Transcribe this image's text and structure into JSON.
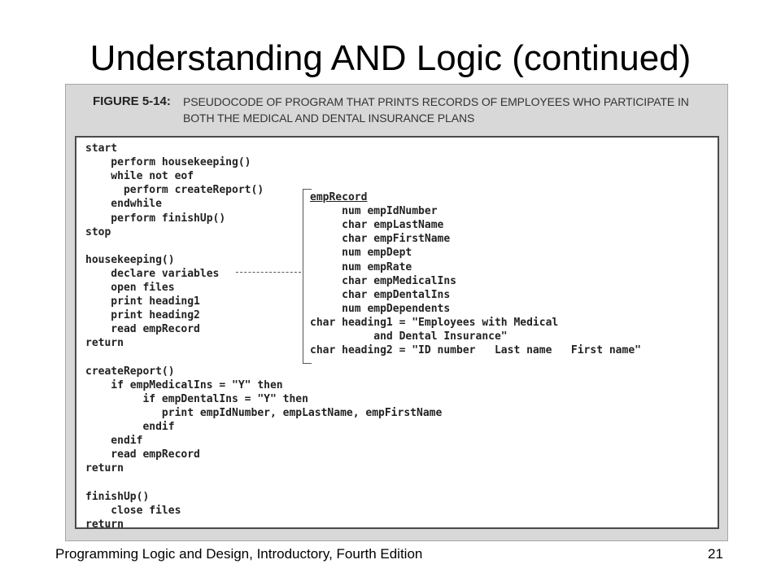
{
  "slide": {
    "title": "Understanding AND Logic (continued)",
    "footer_text": "Programming Logic and Design, Introductory, Fourth Edition",
    "page_number": "21"
  },
  "figure": {
    "label": "FIGURE 5-14:",
    "caption": "PSEUDOCODE OF PROGRAM THAT PRINTS RECORDS OF EMPLOYEES WHO PARTICIPATE IN BOTH THE MEDICAL AND DENTAL INSURANCE PLANS"
  },
  "code_left": [
    "start",
    "    perform housekeeping()",
    "    while not eof",
    "      perform createReport()",
    "    endwhile",
    "    perform finishUp()",
    "stop",
    "",
    "housekeeping()",
    "    declare variables",
    "    open files",
    "    print heading1",
    "    print heading2",
    "    read empRecord",
    "return",
    "",
    "createReport()",
    "    if empMedicalIns = \"Y\" then",
    "         if empDentalIns = \"Y\" then",
    "            print empIdNumber, empLastName, empFirstName",
    "         endif",
    "    endif",
    "    read empRecord",
    "return",
    "",
    "finishUp()",
    "    close files",
    "return"
  ],
  "code_right": [
    "empRecord",
    "     num empIdNumber",
    "     char empLastName",
    "     char empFirstName",
    "     num empDept",
    "     num empRate",
    "     char empMedicalIns",
    "     char empDentalIns",
    "     num empDependents",
    "char heading1 = \"Employees with Medical",
    "          and Dental Insurance\"",
    "char heading2 = \"ID number   Last name   First name\""
  ]
}
